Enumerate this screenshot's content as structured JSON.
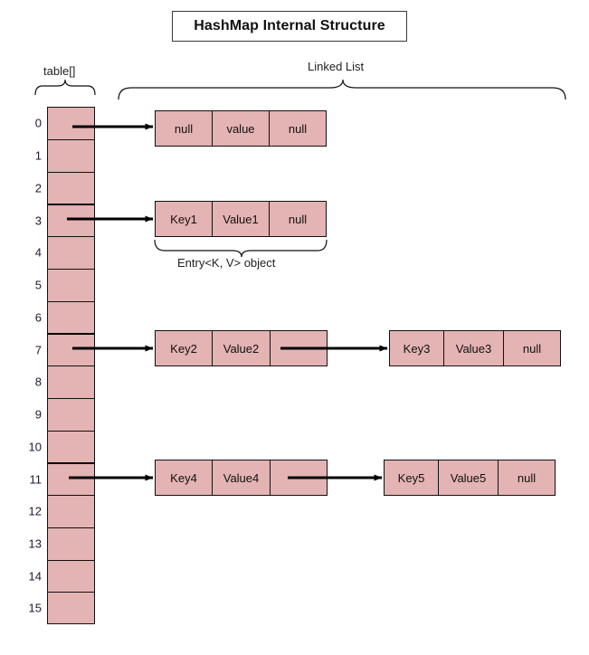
{
  "diagram": {
    "title": "HashMap Internal Structure",
    "background_color": "#ffffff",
    "cell_fill_color": "#e4b3b3",
    "stroke_color": "#111111"
  },
  "labels": {
    "table_label": "table[]",
    "linked_list_label": "Linked List",
    "entry_label": "Entry<K, V> object"
  },
  "table": {
    "name": "table[]",
    "size": 16,
    "indices": [
      "0",
      "1",
      "2",
      "3",
      "4",
      "5",
      "6",
      "7",
      "8",
      "9",
      "10",
      "11",
      "12",
      "13",
      "14",
      "15"
    ],
    "occupied_indices": [
      0,
      3,
      7,
      11
    ]
  },
  "nodes": [
    {
      "id": "node-0",
      "bucket": "0",
      "cells": [
        "null",
        "value",
        "null"
      ]
    },
    {
      "id": "node-1",
      "bucket": "3",
      "cells": [
        "Key1",
        "Value1",
        "null"
      ]
    },
    {
      "id": "node-2",
      "bucket": "7",
      "cells": [
        "Key2",
        "Value2",
        ""
      ]
    },
    {
      "id": "node-3",
      "bucket": "7",
      "cells": [
        "Key3",
        "Value3",
        "null"
      ]
    },
    {
      "id": "node-4",
      "bucket": "11",
      "cells": [
        "Key4",
        "Value4",
        ""
      ]
    },
    {
      "id": "node-5",
      "bucket": "11",
      "cells": [
        "Key5",
        "Value5",
        "null"
      ]
    }
  ]
}
